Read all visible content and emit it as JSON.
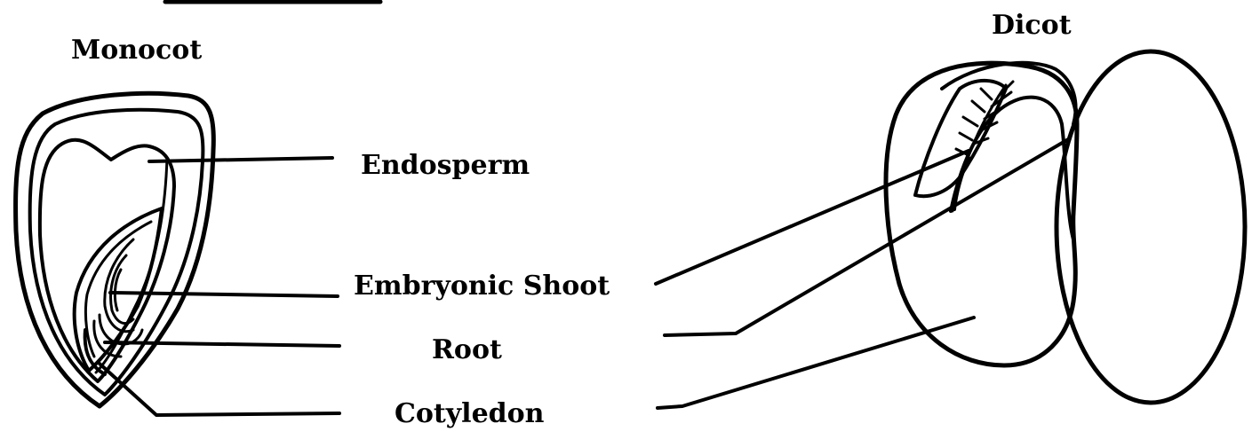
{
  "labels": {
    "monocot": "Monocot",
    "dicot": "Dicot",
    "endosperm": "Endosperm",
    "embryonic_shoot": "Embryonic Shoot",
    "root": "Root",
    "cotyledon": "Cotyledon"
  },
  "colors": {
    "ink": "#000000",
    "background": "#ffffff"
  }
}
